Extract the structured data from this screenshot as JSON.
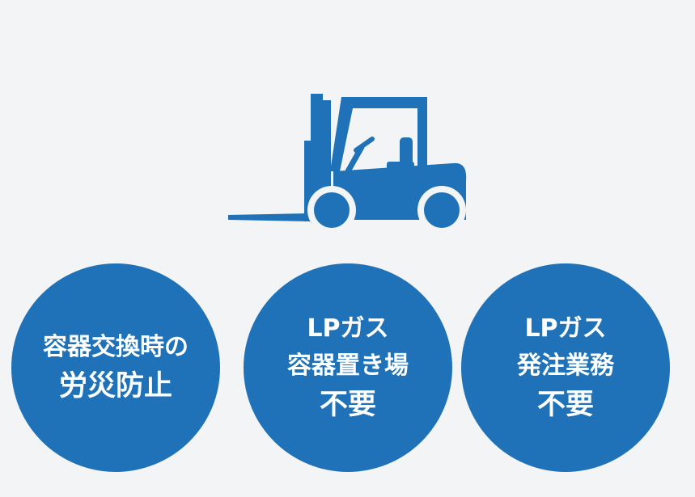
{
  "colors": {
    "background": "#f3f4f5",
    "accent": "#1f72b8",
    "text": "#ffffff"
  },
  "illustration": {
    "icon": "forklift-icon"
  },
  "benefits": [
    {
      "lines": [
        "容器交換時の",
        "労災防止"
      ]
    },
    {
      "lines": [
        "LPガス",
        "容器置き場",
        "不要"
      ]
    },
    {
      "lines": [
        "LPガス",
        "発注業務",
        "不要"
      ]
    }
  ]
}
